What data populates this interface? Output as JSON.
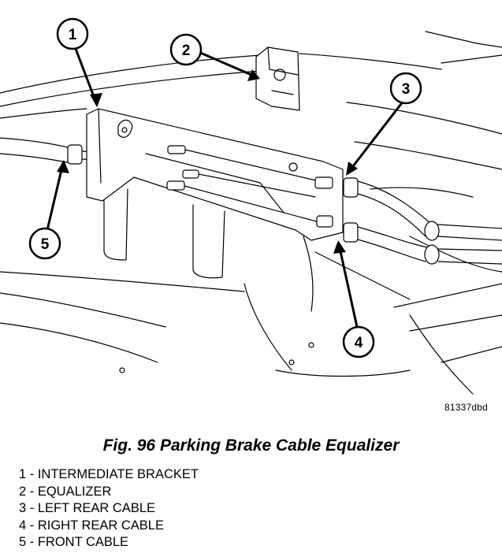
{
  "figure": {
    "code": "81337dbd",
    "caption": "Fig. 96 Parking Brake Cable Equalizer",
    "callouts": [
      {
        "number": "1"
      },
      {
        "number": "2"
      },
      {
        "number": "3"
      },
      {
        "number": "4"
      },
      {
        "number": "5"
      }
    ],
    "legend": [
      "1 - INTERMEDIATE BRACKET",
      "2 - EQUALIZER",
      "3 - LEFT REAR CABLE",
      "4 - RIGHT REAR CABLE",
      "5 - FRONT CABLE"
    ]
  }
}
